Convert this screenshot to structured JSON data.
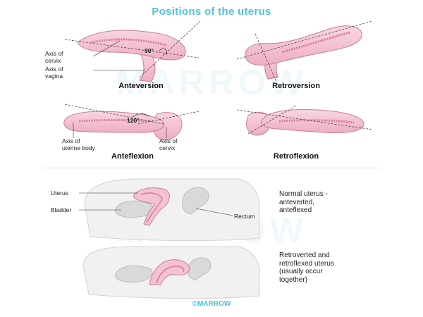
{
  "title": "Positions of the uterus",
  "watermark": "MARROW",
  "footer": "©MARROW",
  "panels": {
    "anteversion": {
      "caption": "Anteversion",
      "angle": "90°",
      "axis_cervix": "Axis of\ncervix",
      "axis_vagina": "Axis of\nvagina"
    },
    "retroversion": {
      "caption": "Retroversion"
    },
    "anteflexion": {
      "caption": "Anteflexion",
      "angle": "120°",
      "axis_uterine_body": "Axis of\nuterine body",
      "axis_cervix": "Axis of\ncervix"
    },
    "retroflexion": {
      "caption": "Retroflexion"
    }
  },
  "sagittal_1": {
    "uterus": "Uterus",
    "bladder": "Bladder",
    "rectum": "Rectum",
    "description": "Normal uterus -\nanteverted,\nanteflexed"
  },
  "sagittal_2": {
    "description": "Retroverted and\nretroflexed uterus\n(usually occur\ntogether)"
  },
  "colors": {
    "accent": "#4fc3d6",
    "uterus_fill": "#f3c3d1",
    "uterus_stroke": "#c97d96",
    "cavity": "#e07aa0",
    "organ_gray": "#dcdcdc",
    "pelvis_gray": "#ebebeb"
  }
}
